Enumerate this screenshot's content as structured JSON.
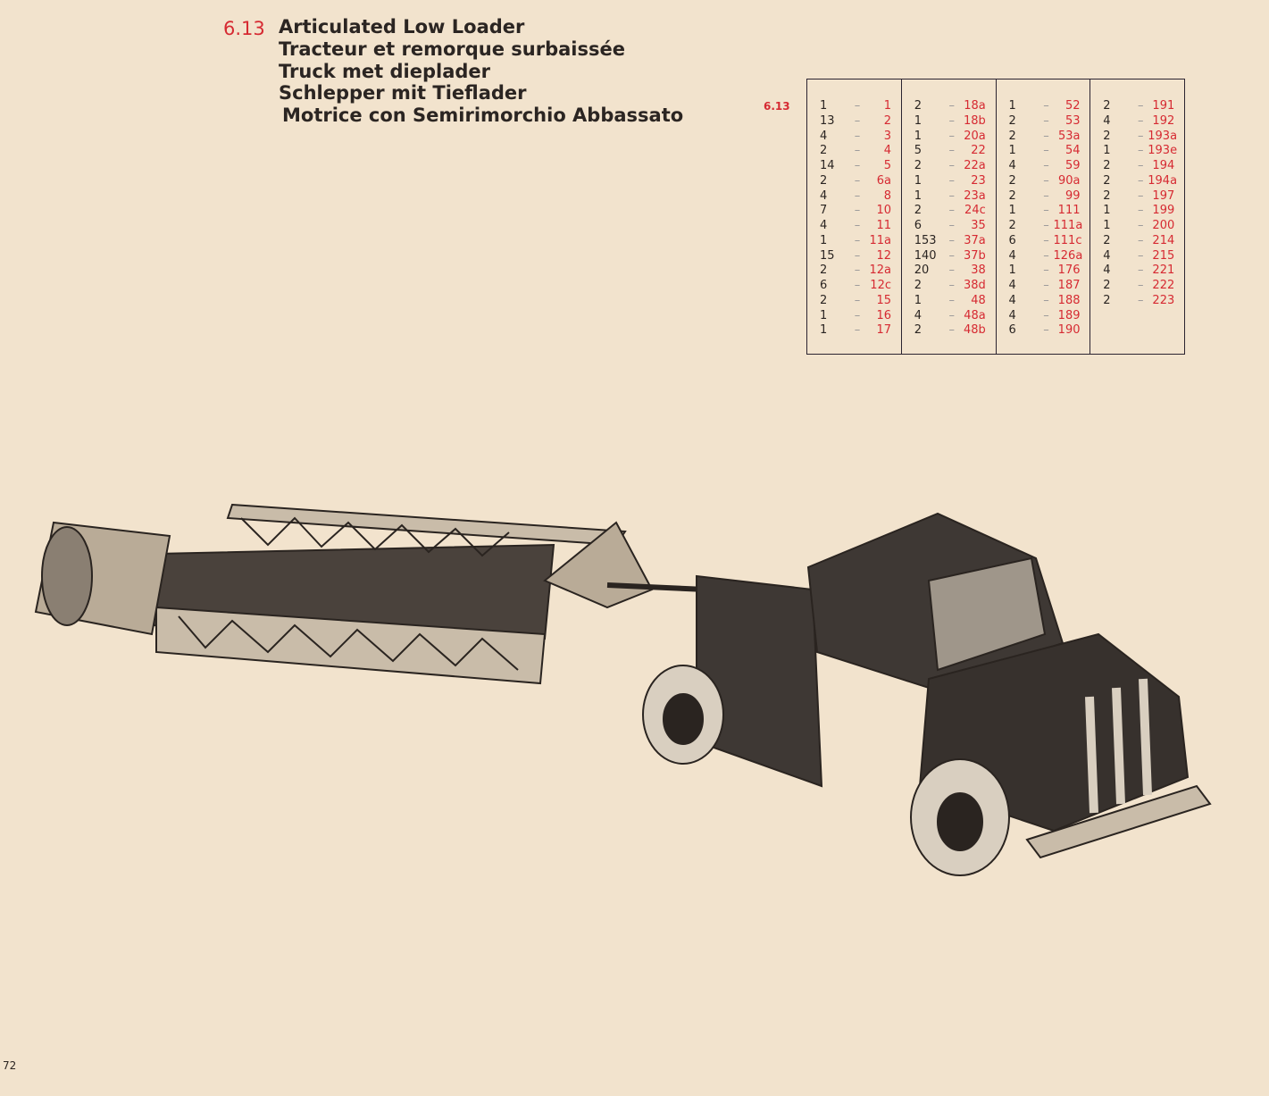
{
  "header": {
    "model_number": "6.13",
    "titles": [
      "Articulated Low Loader",
      "Tracteur et remorque surbaissée",
      "Truck met dieplader",
      "Schlepper mit Tieflader",
      "Motrice con Semirimorchio Abbassato"
    ]
  },
  "parts_table": {
    "label": "6.13",
    "columns": [
      [
        [
          "1",
          "1"
        ],
        [
          "13",
          "2"
        ],
        [
          "4",
          "3"
        ],
        [
          "2",
          "4"
        ],
        [
          "14",
          "5"
        ],
        [
          "2",
          "6a"
        ],
        [
          "4",
          "8"
        ],
        [
          "7",
          "10"
        ],
        [
          "4",
          "11"
        ],
        [
          "1",
          "11a"
        ],
        [
          "15",
          "12"
        ],
        [
          "2",
          "12a"
        ],
        [
          "6",
          "12c"
        ],
        [
          "2",
          "15"
        ],
        [
          "1",
          "16"
        ],
        [
          "1",
          "17"
        ]
      ],
      [
        [
          "2",
          "18a"
        ],
        [
          "1",
          "18b"
        ],
        [
          "1",
          "20a"
        ],
        [
          "5",
          "22"
        ],
        [
          "2",
          "22a"
        ],
        [
          "1",
          "23"
        ],
        [
          "1",
          "23a"
        ],
        [
          "2",
          "24c"
        ],
        [
          "6",
          "35"
        ],
        [
          "153",
          "37a"
        ],
        [
          "140",
          "37b"
        ],
        [
          "20",
          "38"
        ],
        [
          "2",
          "38d"
        ],
        [
          "1",
          "48"
        ],
        [
          "4",
          "48a"
        ],
        [
          "2",
          "48b"
        ]
      ],
      [
        [
          "1",
          "52"
        ],
        [
          "2",
          "53"
        ],
        [
          "2",
          "53a"
        ],
        [
          "1",
          "54"
        ],
        [
          "4",
          "59"
        ],
        [
          "2",
          "90a"
        ],
        [
          "2",
          "99"
        ],
        [
          "1",
          "111"
        ],
        [
          "2",
          "111a"
        ],
        [
          "6",
          "111c"
        ],
        [
          "4",
          "126a"
        ],
        [
          "1",
          "176"
        ],
        [
          "4",
          "187"
        ],
        [
          "4",
          "188"
        ],
        [
          "4",
          "189"
        ],
        [
          "6",
          "190"
        ]
      ],
      [
        [
          "2",
          "191"
        ],
        [
          "4",
          "192"
        ],
        [
          "2",
          "193a"
        ],
        [
          "1",
          "193e"
        ],
        [
          "2",
          "194"
        ],
        [
          "2",
          "194a"
        ],
        [
          "2",
          "197"
        ],
        [
          "1",
          "199"
        ],
        [
          "1",
          "200"
        ],
        [
          "2",
          "214"
        ],
        [
          "4",
          "215"
        ],
        [
          "4",
          "221"
        ],
        [
          "2",
          "222"
        ],
        [
          "2",
          "223"
        ]
      ]
    ]
  },
  "page_number": "72",
  "colors": {
    "accent": "#d62a32",
    "paper": "#f2e3cd",
    "ink": "#2b2522"
  }
}
